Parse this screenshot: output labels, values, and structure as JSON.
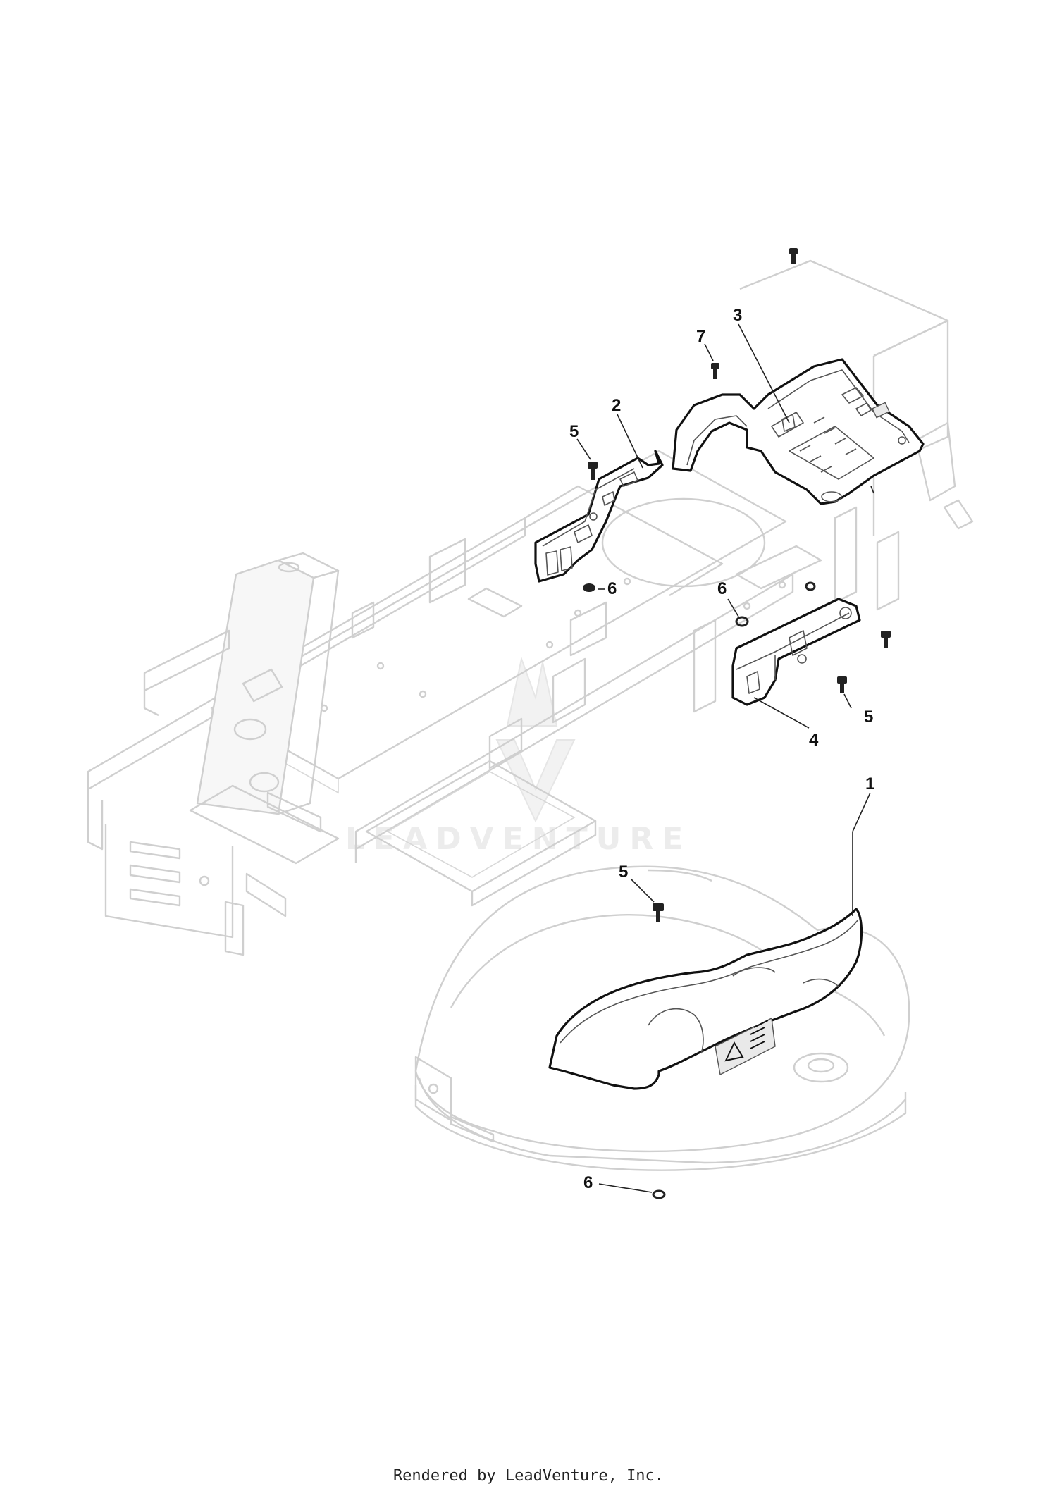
{
  "diagram": {
    "callouts": [
      "1",
      "2",
      "3",
      "4",
      "5",
      "5",
      "5",
      "6",
      "6",
      "6",
      "7"
    ],
    "watermark": "LEADVENTURE"
  },
  "footer": {
    "text": "Rendered by LeadVenture, Inc."
  }
}
